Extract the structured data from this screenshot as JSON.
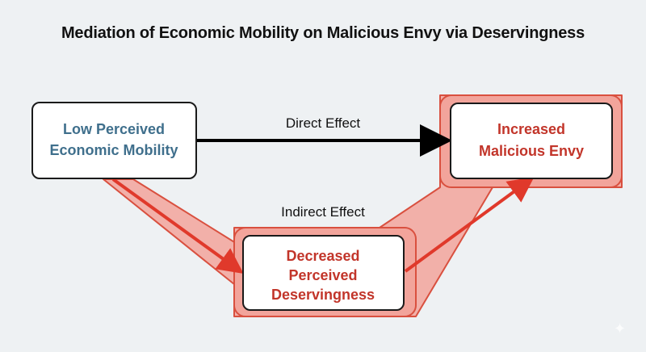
{
  "title": "Mediation of Economic Mobility on Malicious Envy via Deservingness",
  "nodes": {
    "predictor": {
      "lines": [
        "Low Perceived",
        "Economic Mobility"
      ]
    },
    "mediator": {
      "lines": [
        "Decreased",
        "Perceived",
        "Deservingness"
      ]
    },
    "outcome": {
      "lines": [
        "Increased",
        "Malicious Envy"
      ]
    }
  },
  "edges": {
    "direct": {
      "label": "Direct Effect"
    },
    "indirect": {
      "label": "Indirect Effect"
    }
  },
  "colors": {
    "predictor_text": "#3f6f8c",
    "mediator_text": "#c2352a",
    "outcome_text": "#c2352a",
    "highlight_fill": "#f2a49b",
    "highlight_stroke": "#d9503f",
    "arrow_red": "#e0392b",
    "arrow_black": "#000000",
    "box_stroke": "#1a1a1a",
    "box_fill": "#ffffff"
  }
}
